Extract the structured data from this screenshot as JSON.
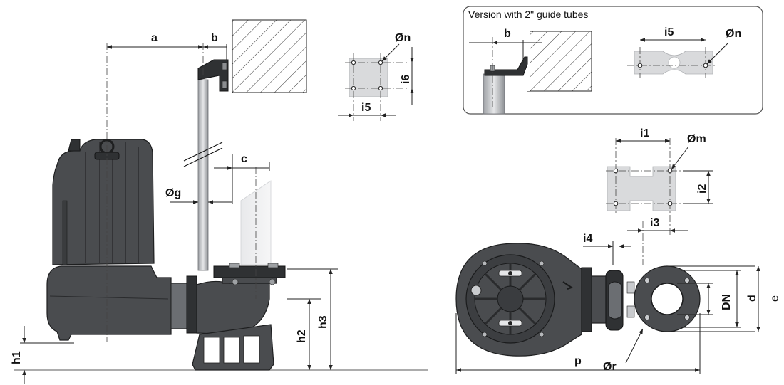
{
  "figure": {
    "inset_title": "Version with 2\" guide tubes"
  },
  "dimension_labels": {
    "a": "a",
    "b": "b",
    "b_inset": "b",
    "c": "c",
    "g": "Øg",
    "n": "Øn",
    "n_inset": "Øn",
    "i5": "i5",
    "i5_inset": "i5",
    "i6": "i6",
    "h1": "h1",
    "h2": "h2",
    "h3": "h3",
    "i1": "i1",
    "i2": "i2",
    "i3": "i3",
    "i4": "i4",
    "m": "Øm",
    "r": "Ør",
    "p": "p",
    "dn": "DN",
    "d": "d",
    "e": "e"
  },
  "colors": {
    "pump_body": "#4a4c4f",
    "pump_dark": "#2f3133",
    "guide_tube": "#c9cbce",
    "plate": "#d9dadc",
    "inset_border": "#555555"
  }
}
